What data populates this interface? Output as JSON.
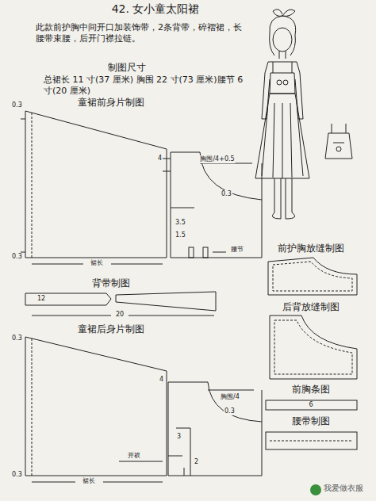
{
  "diagram": {
    "title": "42. 女小童太阳裙",
    "labels": [
      "此款前护胸中间开口加装饰带，2条背带，碎褶裙，长腰带束腰，后开门襟拉链。",
      "制图尺寸",
      "总裙长 11 寸(37 厘米) 胸围 22 寸(73 厘米)腰节 6 寸(20 厘米)",
      "童裙前身片制图",
      "0.3",
      "0.3",
      "裙长",
      "4",
      "胸围/4+0.5",
      "0.3",
      "3.5",
      "1.5",
      "腰节",
      "背带制图",
      "12",
      "20",
      "童裙后身片制图",
      "0.3",
      "4",
      "胸围/4",
      "0.3",
      "3",
      "2",
      "开衩",
      "裙长",
      "0.3",
      "前护胸放缝制图",
      "后背放缝制图",
      "前胸条图",
      "6",
      "腰带制图",
      "我爱做衣服"
    ]
  }
}
